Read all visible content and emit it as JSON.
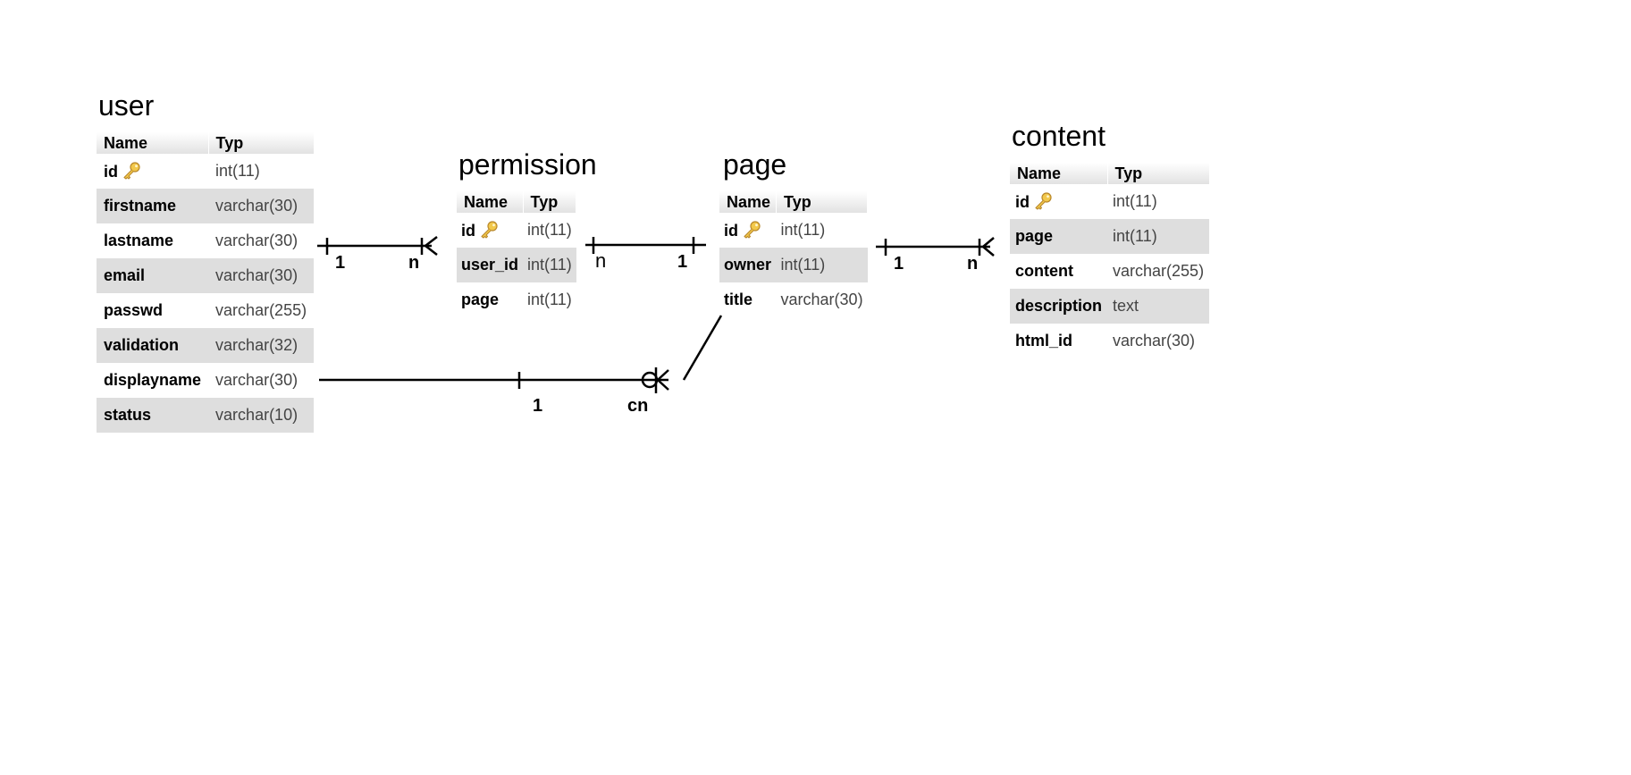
{
  "columns": {
    "name": "Name",
    "type": "Typ"
  },
  "entities": {
    "user": {
      "title": "user",
      "fields": [
        {
          "name": "id",
          "type": "int(11)",
          "key": true
        },
        {
          "name": "firstname",
          "type": "varchar(30)"
        },
        {
          "name": "lastname",
          "type": "varchar(30)"
        },
        {
          "name": "email",
          "type": "varchar(30)"
        },
        {
          "name": "passwd",
          "type": "varchar(255)"
        },
        {
          "name": "validation",
          "type": "varchar(32)"
        },
        {
          "name": "displayname",
          "type": "varchar(30)"
        },
        {
          "name": "status",
          "type": "varchar(10)"
        }
      ]
    },
    "permission": {
      "title": "permission",
      "fields": [
        {
          "name": "id",
          "type": "int(11)",
          "key": true
        },
        {
          "name": "user_id",
          "type": "int(11)"
        },
        {
          "name": "page",
          "type": "int(11)"
        }
      ]
    },
    "page": {
      "title": "page",
      "fields": [
        {
          "name": "id",
          "type": "int(11)",
          "key": true
        },
        {
          "name": "owner",
          "type": "int(11)"
        },
        {
          "name": "title",
          "type": "varchar(30)"
        }
      ]
    },
    "content": {
      "title": "content",
      "fields": [
        {
          "name": "id",
          "type": "int(11)",
          "key": true
        },
        {
          "name": "page",
          "type": "int(11)"
        },
        {
          "name": "content",
          "type": "varchar(255)"
        },
        {
          "name": "description",
          "type": "text"
        },
        {
          "name": "html_id",
          "type": "varchar(30)"
        }
      ]
    }
  },
  "icons": {
    "primary_key": "key-icon"
  },
  "relations": {
    "user_permission": {
      "from_card": "1",
      "to_card": "n"
    },
    "permission_page": {
      "from_card": "n",
      "to_card": "1"
    },
    "page_content": {
      "from_card": "1",
      "to_card": "n"
    },
    "user_page_owner": {
      "from_card": "1",
      "to_card": "cn"
    }
  }
}
